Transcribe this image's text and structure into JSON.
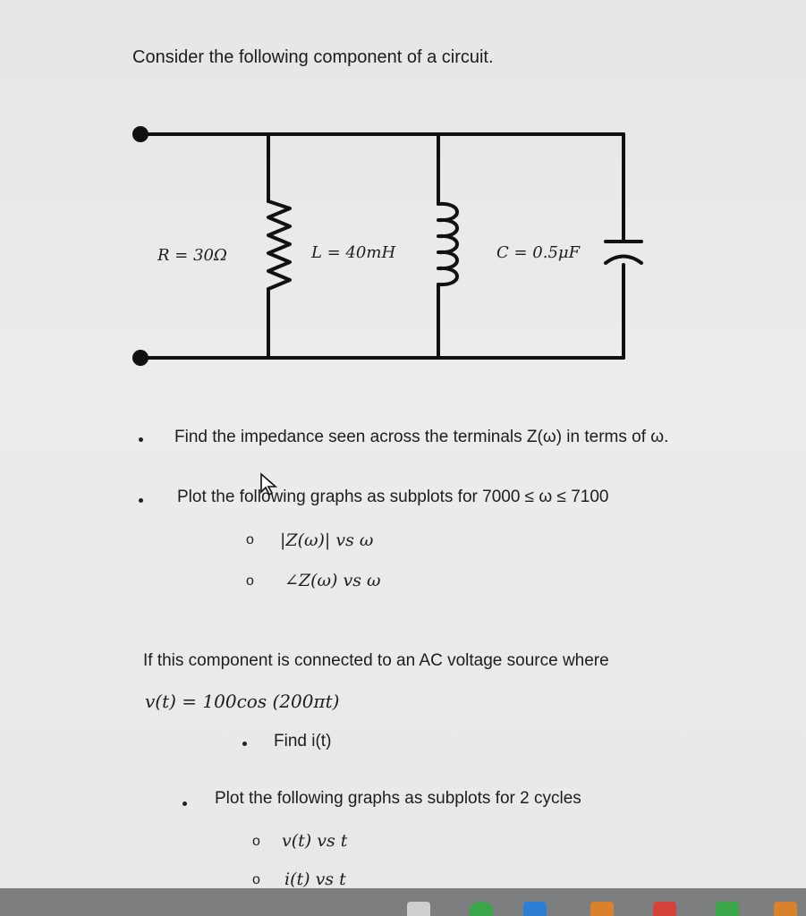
{
  "title": "Consider the following component of a circuit.",
  "circuit": {
    "resistor_label": "R = 30Ω",
    "inductor_label": "L = 40mH",
    "capacitor_label": "C = 0.5μF"
  },
  "tasks": [
    {
      "text": "Find the impedance seen across the terminals Z(ω) in terms of ω."
    },
    {
      "text": "Plot the following graphs as subplots for 7000 ≤ ω ≤ 7100",
      "subitems": [
        "|Z(ω)| vs ω",
        "∠Z(ω) vs ω"
      ]
    }
  ],
  "ac_section": {
    "intro": "If this component is connected to an AC voltage source where",
    "equation": "v(t) = 100cos (200πt)",
    "find": "Find i(t)",
    "plot_text": "Plot the following graphs as subplots for 2 cycles",
    "plot_items": [
      "v(t) vs t",
      "i(t) vs t"
    ]
  },
  "colors": {
    "taskbar": "#7d7e7f",
    "icon_blue": "#2d7fd6",
    "icon_green": "#3aa64a",
    "icon_orange": "#d9822b",
    "icon_red": "#d6413a"
  }
}
